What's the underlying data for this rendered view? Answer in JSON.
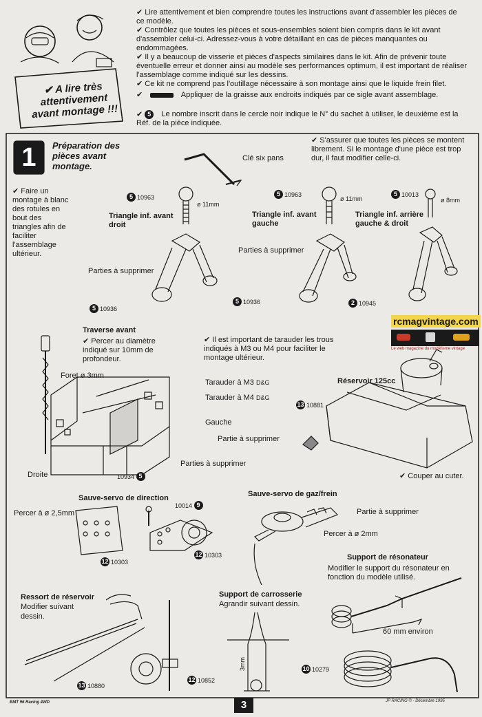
{
  "intro": {
    "lines": [
      "✔ Lire attentivement et bien comprendre toutes les instructions avant d'assembler les pièces de ce modèle.",
      "✔ Contrôlez que toutes les pièces et sous-ensembles soient bien compris dans le kit avant d'assembler celui-ci. Adressez-vous à votre détaillant en cas de pièces manquantes ou endommagées.",
      "✔ Il y a beaucoup de visserie et pièces d'aspects similaires dans le kit. Afin de prévenir toute éventuelle erreur et donner ainsi au modèle ses performances optimum, il est important de réaliser l'assemblage comme indiqué sur les dessins.",
      "✔ Ce kit ne comprend pas l'outillage nécessaire à son montage ainsi que le liquide frein filet."
    ],
    "grease_text": "Appliquer de la graisse aux endroits indiqués par ce sigle avant assemblage.",
    "legend_prefix": "✔",
    "legend_badge": "5",
    "legend_text": "Le nombre inscrit dans le cercle noir indique le N° du sachet à utiliser, le deuxième est la Réf. de la pièce indiquée."
  },
  "warning_sign": {
    "line1": "✔  A lire très",
    "line2": "attentivement",
    "line3": "avant montage !!!"
  },
  "step": {
    "number": "1",
    "title_line1": "Préparation des",
    "title_line2": "pièces avant",
    "title_line3": "montage."
  },
  "notes": {
    "left": "✔ Faire un montage à blanc des rotules en bout des triangles afin de faciliter l'assemblage ultérieur.",
    "right_top": "✔ S'assurer que toutes les pièces se montent librement. Si le montage d'une pièce est trop dur, il faut modifier celle-ci.",
    "tarauder": "✔ Il est important de tarauder les trous indiqués à M3 ou M4 pour faciliter le montage ultérieur.",
    "couper": "✔ Couper au cuter."
  },
  "wrench_label": "Clé six pans",
  "triangles": [
    {
      "title": "Triangle inf. avant droit",
      "ball_bag": "5",
      "ball_ref": "10963",
      "ball_dia": "ø 11mm",
      "parts_label": "Parties à supprimer",
      "part_bag": "5",
      "part_ref": "10936"
    },
    {
      "title": "Triangle inf. avant gauche",
      "ball_bag": "5",
      "ball_ref": "10963",
      "ball_dia": "ø 11mm",
      "parts_label": "Parties à supprimer",
      "part_bag": "5",
      "part_ref": "10936"
    },
    {
      "title": "Triangle inf. arrière gauche & droit",
      "ball_bag": "5",
      "ball_ref": "10013",
      "ball_dia": "ø 8mm",
      "part_bag": "2",
      "part_ref": "10945"
    }
  ],
  "traverse": {
    "title": "Traverse avant",
    "instruction": "✔ Percer au diamètre indiqué sur 10mm de profondeur.",
    "foret": "Foret ø 3mm",
    "m3": "Tarauder à M3",
    "m3_sub": "D&G",
    "m4": "Tarauder à M4",
    "m4_sub": "D&G",
    "gauche": "Gauche",
    "droite": "Droite",
    "parts": "Parties à supprimer",
    "ref": "10934",
    "bag": "5"
  },
  "reservoir": {
    "title": "Réservoir 125cc",
    "bag": "13",
    "ref": "10881",
    "parts": "Partie à supprimer"
  },
  "logo": {
    "name": "rcmagvintage.com",
    "tagline": "Le web magazine du modélisme vintage"
  },
  "sauve_direction": {
    "title": "Sauve-servo de direction",
    "percer": "Percer à ø 2,5mm",
    "screw_ref": "10014",
    "screw_bag": "9",
    "bag": "12",
    "ref": "10303"
  },
  "sauve_gaz": {
    "title": "Sauve-servo de gaz/frein",
    "parts": "Partie à supprimer",
    "percer": "Percer à ø 2mm",
    "bag": "12",
    "ref": "10303"
  },
  "resonateur": {
    "title": "Support de résonateur",
    "text": "Modifier le support du résonateur en fonction du modèle utilisé.",
    "length": "60 mm environ",
    "bag": "10",
    "ref": "10279"
  },
  "ressort": {
    "title": "Ressort de réservoir",
    "text1": "Modifier suivant",
    "text2": "dessin.",
    "bag": "13",
    "ref": "10880"
  },
  "carrosserie": {
    "title": "Support de carrosserie",
    "text": "Agrandir suivant dessin.",
    "dim": "3mm",
    "bag": "12",
    "ref": "10852"
  },
  "footer": {
    "left": "BMT 96 Racing 4WD",
    "page": "3",
    "right": "JP RACING © - Décembre 1995"
  }
}
